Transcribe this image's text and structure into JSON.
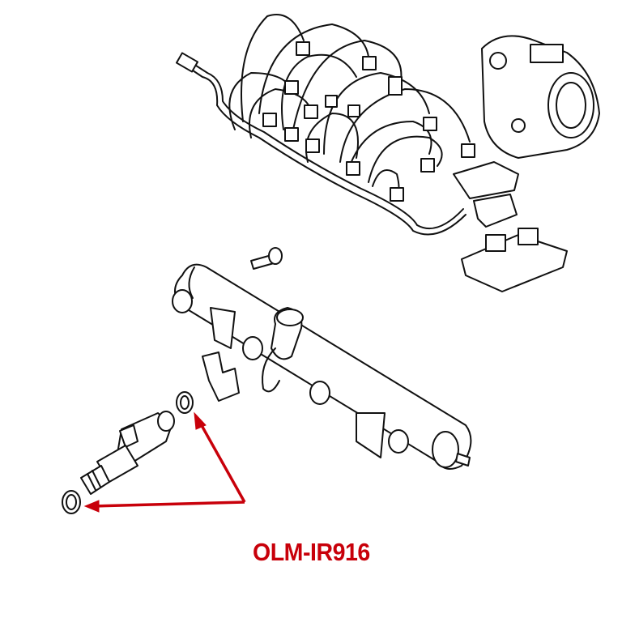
{
  "diagram": {
    "part_number": "OLM-IR916",
    "accent_color": "#c8000a",
    "components": [
      "wiring-harness",
      "throttle-body",
      "connector-block",
      "bolt",
      "fuel-rail",
      "clip",
      "o-ring",
      "fuel-injector"
    ]
  }
}
